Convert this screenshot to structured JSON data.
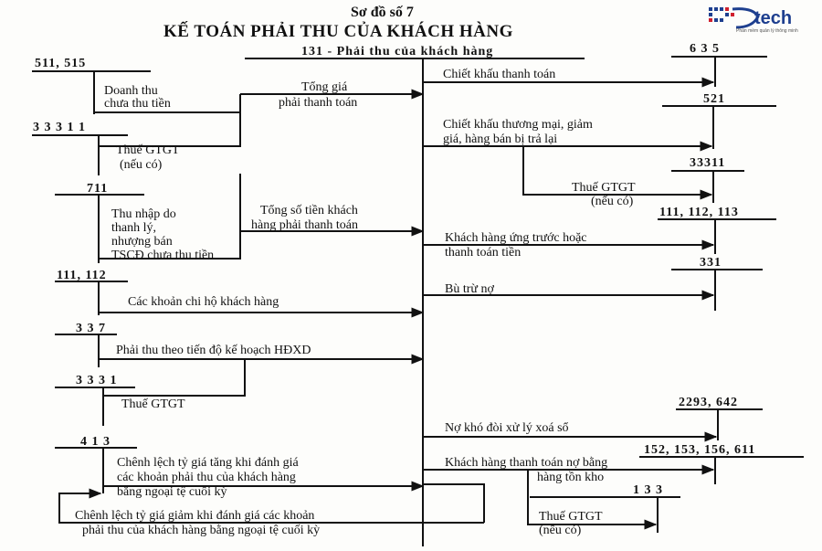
{
  "header": {
    "title": "Sơ đồ số 7",
    "subtitle": "KẾ TOÁN PHẢI THU CỦA KHÁCH HÀNG",
    "center_account": "131 - Phải thu của khách hàng"
  },
  "logo": {
    "brand": "tech",
    "tagline": "Phần mềm quản lý thông minh",
    "colors": {
      "primary": "#1e3f8f",
      "accent": "#d0202e"
    }
  },
  "left": {
    "acc_511": "511, 515",
    "doanh_thu_1": "Doanh thu",
    "doanh_thu_2": "chưa thu tiền",
    "tong_gia_1": "Tổng giá",
    "tong_gia_2": "phải thanh toán",
    "acc_33311": "3 3 3 1 1",
    "thue_gtgt_a": "Thuế GTGT",
    "neu_co_a": "(nếu có)",
    "acc_711": "711",
    "thu_nhap_1": "Thu nhập do",
    "thu_nhap_2": "thanh lý,",
    "thu_nhap_3": "nhượng bán",
    "thu_nhap_4": "TSCĐ chưa thu tiền",
    "tong_so_1": "Tổng số tiền khách",
    "tong_so_2": "hàng phải thanh toán",
    "acc_111_112": "111, 112",
    "chi_ho": "Các khoản chi hộ khách hàng",
    "acc_337": "3 3 7",
    "phai_thu_tien_do": "Phải thu theo tiến độ kế hoạch HĐXD",
    "acc_3331": "3 3 3 1",
    "thue_gtgt_b": "Thuế GTGT",
    "acc_413": "4 1 3",
    "chenh_tang_1": "Chênh lệch tỷ giá tăng khi đánh giá",
    "chenh_tang_2": "các khoản phải thu của khách hàng",
    "chenh_tang_3": "bằng ngoại tệ cuối kỳ",
    "chenh_giam_1": "Chênh lệch tỷ giá giảm khi đánh giá các khoản",
    "chenh_giam_2": "phải thu của khách hàng bằng ngoại tệ cuối kỳ"
  },
  "right": {
    "acc_635": "6 3 5",
    "chiet_khau_tt": "Chiết khấu thanh toán",
    "acc_521": "521",
    "chiet_khau_tm_1": "Chiết khấu thương mại, giảm",
    "chiet_khau_tm_2": "giá, hàng bán bị trả lại",
    "acc_33311": "33311",
    "thue_gtgt_c": "Thuế GTGT",
    "neu_co_c": "(nếu có)",
    "acc_111_112_113": "111, 112, 113",
    "ung_truoc_1": "Khách hàng ứng trước hoặc",
    "ung_truoc_2": "thanh toán tiền",
    "acc_331": "331",
    "bu_tru": "Bù trừ nợ",
    "acc_2293": "2293, 642",
    "no_kho_doi": "Nợ khó đòi xử lý xoá sổ",
    "acc_152": "152, 153, 156, 611",
    "tt_hang_1": "Khách hàng thanh toán nợ bằng",
    "tt_hang_2": "hàng tồn kho",
    "acc_133": "1 3 3",
    "thue_gtgt_d": "Thuế GTGT",
    "neu_co_d": "(nếu có)"
  }
}
